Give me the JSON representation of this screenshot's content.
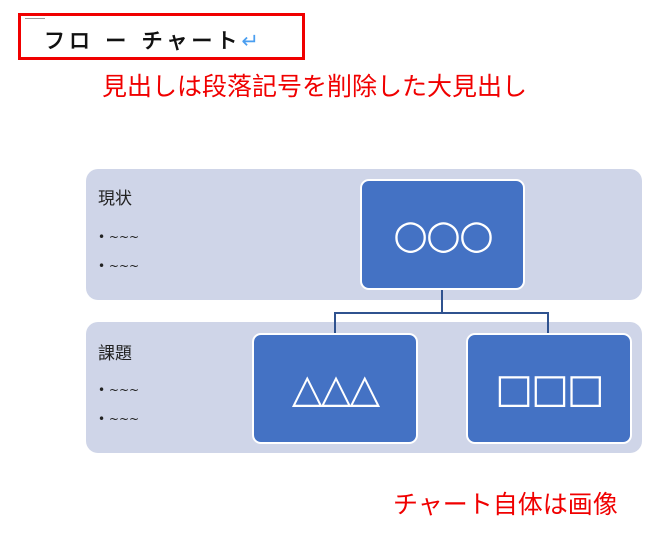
{
  "heading": {
    "text": "フロ ー チャート",
    "return_mark": "↵"
  },
  "notes": {
    "top": "見出しは段落記号を削除した大見出し",
    "bottom": "チャート自体は画像"
  },
  "chart": {
    "rows": [
      {
        "title": "現状",
        "bullets": [
          "• ~~~",
          "• ~~~"
        ]
      },
      {
        "title": "課題",
        "bullets": [
          "• ~~~",
          "• ~~~"
        ]
      }
    ],
    "nodes": {
      "top": "○○○",
      "left": "△△△",
      "right": "□□□"
    },
    "colors": {
      "panel": "#cfd5e8",
      "node": "#4472c4",
      "connector": "#2f528f"
    }
  }
}
